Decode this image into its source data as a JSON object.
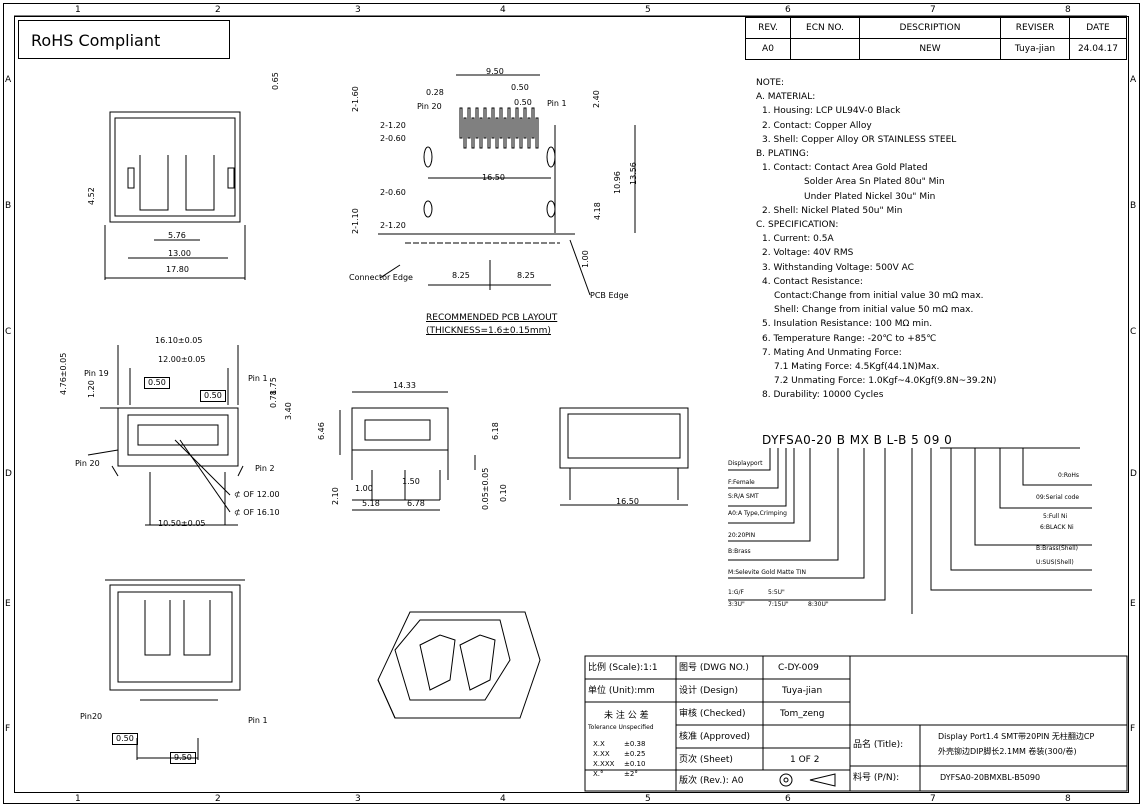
{
  "grid": {
    "cols": [
      "1",
      "2",
      "3",
      "4",
      "5",
      "6",
      "7",
      "8"
    ],
    "rows": [
      "A",
      "B",
      "C",
      "D",
      "E",
      "F"
    ]
  },
  "rohs": "RoHS Compliant",
  "revision_table": {
    "headers": [
      "REV.",
      "ECN NO.",
      "DESCRIPTION",
      "REVISER",
      "DATE"
    ],
    "row": [
      "A0",
      "",
      "NEW",
      "Tuya-jian",
      "24.04.17"
    ]
  },
  "notes": [
    "NOTE:",
    "A. MATERIAL:",
    "1. Housing: LCP UL94V-0 Black",
    "2. Contact: Copper Alloy",
    "3. Shell: Copper Alloy OR STAINLESS STEEL",
    "B. PLATING:",
    "1. Contact: Contact Area Gold Plated",
    "Solder Area Sn Plated 80u\" Min",
    "Under Plated Nickel 30u\" Min",
    "2. Shell: Nickel Plated 50u\" Min",
    "C. SPECIFICATION:",
    "1. Current: 0.5A",
    "2. Voltage: 40V RMS",
    "3. Withstanding Voltage: 500V AC",
    "4. Contact Resistance:",
    "Contact:Change from initial value 30 mΩ max.",
    "Shell: Change from initial value 50 mΩ max.",
    "5. Insulation Resistance: 100 MΩ min.",
    "6. Temperature Range: -20℃ to +85℃",
    "7. Mating And Unmating Force:",
    "7.1 Mating Force: 4.5Kgf(44.1N)Max.",
    "7.2 Unmating Force: 1.0Kgf~4.0Kgf(9.8N~39.2N)",
    "8. Durability: 10000 Cycles"
  ],
  "part_code": {
    "code": "DYFSA0-20 B MX B L-B 5 09 0",
    "left_labels": [
      "Displayport",
      "F:Female",
      "S:R/A SMT",
      "A0:A Type,Crimping",
      "20:20PIN",
      "B:Brass",
      "M:Selevite Gold Matte TIN",
      "1:G/F",
      "5:5U\"",
      "3:3U\"",
      "7:15U\"",
      "8:30U\""
    ],
    "right_labels": [
      "0:RoHs",
      "09:Serial code",
      "5:Full Ni",
      "6:BLACK Ni",
      "B:Brass(Shell)",
      "U:SUS(Shell)"
    ]
  },
  "pcb": {
    "title": "RECOMMENDED PCB LAYOUT",
    "thickness": "(THICKNESS=1.6±0.15mm)",
    "connector_edge": "Connector Edge",
    "pcb_edge": "PCB Edge",
    "pin20": "Pin 20",
    "pin1": "Pin 1",
    "dims": [
      "9.50",
      "0.28",
      "0.50",
      "0.50",
      "2.40",
      "2-1.60",
      "2-1.20",
      "2-0.60",
      "16.50",
      "13.56",
      "10.96",
      "2-0.60",
      "2-1.20",
      "4.18",
      "2-1.10",
      "8.25",
      "8.25",
      "1.00"
    ]
  },
  "top_left_view": {
    "dims": [
      "0.65",
      "4.52",
      "5.76",
      "13.00",
      "17.80"
    ]
  },
  "front_view": {
    "dims": [
      "16.10±0.05",
      "12.00±0.05",
      "0.50",
      "0.50",
      "4.76±0.05",
      "1.20",
      "0.78",
      "1.75",
      "3.40",
      "10.50±0.05"
    ],
    "pins": [
      "Pin 19",
      "Pin 1",
      "Pin 20",
      "Pin 2"
    ],
    "circles": [
      "⊄ OF 12.00",
      "⊄ OF 16.10"
    ]
  },
  "side_view": {
    "dims": [
      "14.33",
      "6.46",
      "6.18",
      "2.10",
      "1.00",
      "1.50",
      "5.18",
      "6.78",
      "0.05±0.05",
      "0.10"
    ]
  },
  "rear_view": {
    "dims": [
      "16.50"
    ]
  },
  "bottom_view": {
    "pins": [
      "Pin20",
      "Pin 1"
    ],
    "dims": [
      "0.50",
      "9.50"
    ]
  },
  "title_block": {
    "scale_label": "比例 (Scale):1:1",
    "unit_label": "单位 (Unit):mm",
    "tolerance_cn": "未 注 公 差",
    "tolerance_en": "Tolerance Unspecified",
    "tolerances": [
      [
        "X.X",
        "±0.38"
      ],
      [
        "X.XX",
        "±0.25"
      ],
      [
        "X.XXX",
        "±0.10"
      ],
      [
        "X.°",
        "±2°"
      ]
    ],
    "dwg_label": "图号 (DWG NO.)",
    "dwg_no": "C-DY-009",
    "design_label": "设计 (Design)",
    "designer": "Tuya-jian",
    "checked_label": "审核 (Checked)",
    "checker": "Tom_zeng",
    "approved_label": "核准 (Approved)",
    "approver": "",
    "sheet_label": "页次 (Sheet)",
    "sheet": "1 OF 2",
    "rev_label": "版次 (Rev.): A0",
    "title_label": "品名 (Title):",
    "title_line1": "Display Port1.4 SMT带20PIN 无柱翻边CP",
    "title_line2": "外壳铆边DIP脚长2.1MM 卷装(300/卷)",
    "pn_label": "料号 (P/N):",
    "pn": "DYFSA0-20BMXBL-B5090"
  }
}
